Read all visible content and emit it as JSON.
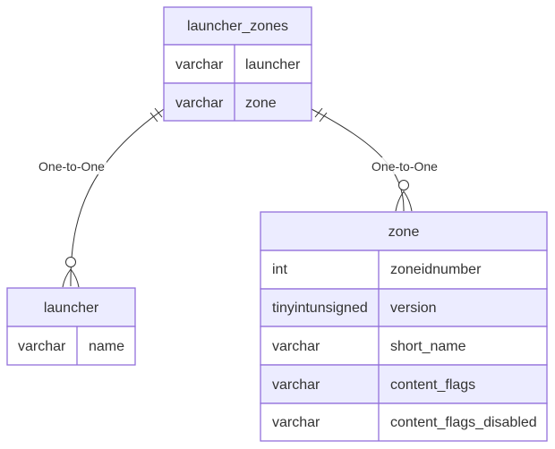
{
  "entities": {
    "launcher_zones": {
      "name": "launcher_zones",
      "attributes": [
        {
          "type": "varchar",
          "name": "launcher"
        },
        {
          "type": "varchar",
          "name": "zone"
        }
      ]
    },
    "launcher": {
      "name": "launcher",
      "attributes": [
        {
          "type": "varchar",
          "name": "name"
        }
      ]
    },
    "zone": {
      "name": "zone",
      "attributes": [
        {
          "type": "int",
          "name": "zoneidnumber"
        },
        {
          "type": "tinyintunsigned",
          "name": "version"
        },
        {
          "type": "varchar",
          "name": "short_name"
        },
        {
          "type": "varchar",
          "name": "content_flags"
        },
        {
          "type": "varchar",
          "name": "content_flags_disabled"
        }
      ]
    }
  },
  "relationships": [
    {
      "from": "launcher_zones",
      "to": "launcher",
      "label": "One-to-One",
      "from_cardinality": "exactly-one",
      "to_cardinality": "zero-or-more"
    },
    {
      "from": "launcher_zones",
      "to": "zone",
      "label": "One-to-One",
      "from_cardinality": "exactly-one",
      "to_cardinality": "zero-or-more"
    }
  ],
  "colors": {
    "entity_fill": "#ECECFF",
    "entity_border": "#9370DB",
    "odd_row_fill": "#ffffff",
    "line": "#333333",
    "text": "#333333"
  }
}
